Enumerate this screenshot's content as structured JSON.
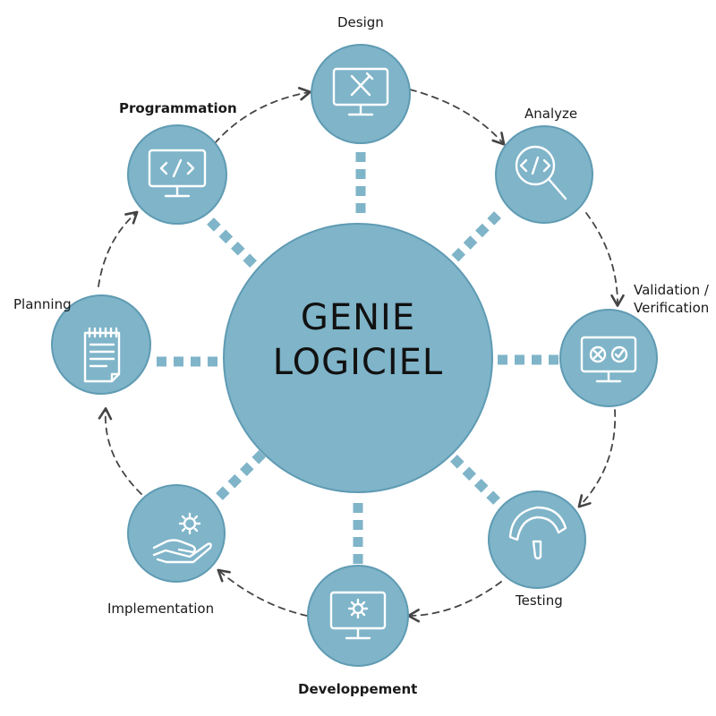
{
  "center": {
    "line1": "GENIE",
    "line2": "LOGICIEL"
  },
  "stages": [
    {
      "id": "design",
      "label": "Design",
      "bold": false,
      "icon": "pencil-ruler-monitor-icon"
    },
    {
      "id": "analyze",
      "label": "Analyze",
      "bold": false,
      "icon": "code-magnifier-icon"
    },
    {
      "id": "validation",
      "label": "Validation /",
      "label2": "Verification",
      "bold": false,
      "icon": "validation-monitor-icon"
    },
    {
      "id": "testing",
      "label": "Testing",
      "bold": false,
      "icon": "gauge-icon"
    },
    {
      "id": "developpement",
      "label": "Developpement",
      "bold": true,
      "icon": "gear-monitor-icon"
    },
    {
      "id": "implementation",
      "label": "Implementation",
      "bold": false,
      "icon": "hand-gear-icon"
    },
    {
      "id": "planning",
      "label": "Planning",
      "bold": false,
      "icon": "notepad-icon"
    },
    {
      "id": "programmation",
      "label": "Programmation",
      "bold": true,
      "icon": "code-monitor-icon"
    }
  ],
  "colors": {
    "circle": "#7fb4c9",
    "circle_stroke": "#5f9bb3",
    "dash": "#7fb4c9",
    "arrow": "#444444",
    "icon": "#ffffff"
  }
}
